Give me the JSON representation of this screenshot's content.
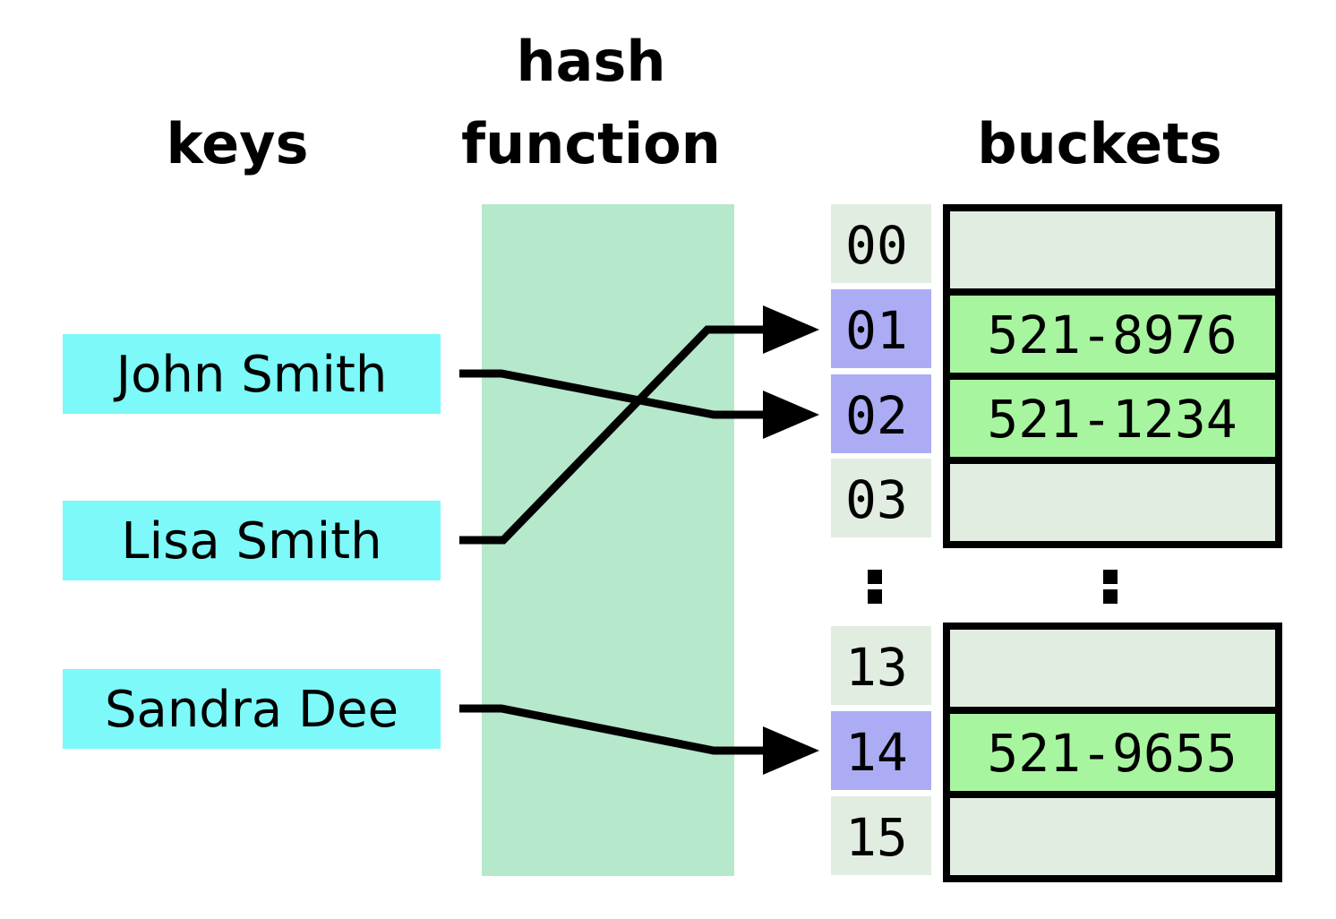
{
  "diagram": {
    "title": "hash table with keys, hash function and buckets",
    "background_color": "#ffffff"
  },
  "headings": {
    "keys": "keys",
    "hash": "hash",
    "function": "function",
    "buckets": "buckets"
  },
  "colors": {
    "key_box": "#7DF9F9",
    "hash_band": "#B6E8CC",
    "index_default": "#E2EDE2",
    "index_highlight": "#ACACF5",
    "bucket_empty": "#E2EDE2",
    "bucket_filled": "#A8F5A0",
    "stroke": "#000000",
    "text": "#000000"
  },
  "keys": [
    {
      "label": "John Smith",
      "target_index": "02"
    },
    {
      "label": "Lisa Smith",
      "target_index": "01"
    },
    {
      "label": "Sandra Dee",
      "target_index": "14"
    }
  ],
  "buckets": {
    "top_group": [
      {
        "index": "00",
        "value": "",
        "highlighted": false,
        "filled": false
      },
      {
        "index": "01",
        "value": "521-8976",
        "highlighted": true,
        "filled": true
      },
      {
        "index": "02",
        "value": "521-1234",
        "highlighted": true,
        "filled": true
      },
      {
        "index": "03",
        "value": "",
        "highlighted": false,
        "filled": false
      }
    ],
    "bottom_group": [
      {
        "index": "13",
        "value": "",
        "highlighted": false,
        "filled": false
      },
      {
        "index": "14",
        "value": "521-9655",
        "highlighted": true,
        "filled": true
      },
      {
        "index": "15",
        "value": "",
        "highlighted": false,
        "filled": false
      }
    ],
    "ellipsis": ":"
  }
}
